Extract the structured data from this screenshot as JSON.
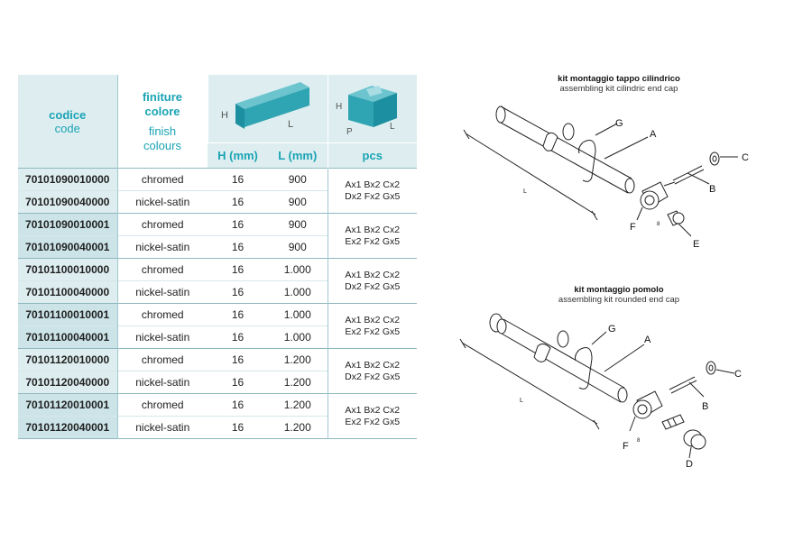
{
  "table": {
    "header": {
      "code_it": "codice",
      "code_en": "code",
      "finish_it": "finiture colore",
      "finish_en": "finish colours",
      "h_unit": "H (mm)",
      "l_unit": "L (mm)",
      "pcs": "pcs",
      "img1_h": "H",
      "img1_l": "L",
      "img2_h": "H",
      "img2_p": "P",
      "img2_l": "L"
    },
    "rows": [
      {
        "code": "70101090010000",
        "finish": "chromed",
        "h": "16",
        "l": "900"
      },
      {
        "code": "70101090040000",
        "finish": "nickel-satin",
        "h": "16",
        "l": "900"
      },
      {
        "code": "70101090010001",
        "finish": "chromed",
        "h": "16",
        "l": "900"
      },
      {
        "code": "70101090040001",
        "finish": "nickel-satin",
        "h": "16",
        "l": "900"
      },
      {
        "code": "70101100010000",
        "finish": "chromed",
        "h": "16",
        "l": "1.000"
      },
      {
        "code": "70101100040000",
        "finish": "nickel-satin",
        "h": "16",
        "l": "1.000"
      },
      {
        "code": "70101100010001",
        "finish": "chromed",
        "h": "16",
        "l": "1.000"
      },
      {
        "code": "70101100040001",
        "finish": "nickel-satin",
        "h": "16",
        "l": "1.000"
      },
      {
        "code": "70101120010000",
        "finish": "chromed",
        "h": "16",
        "l": "1.200"
      },
      {
        "code": "70101120040000",
        "finish": "nickel-satin",
        "h": "16",
        "l": "1.200"
      },
      {
        "code": "70101120010001",
        "finish": "chromed",
        "h": "16",
        "l": "1.200"
      },
      {
        "code": "70101120040001",
        "finish": "nickel-satin",
        "h": "16",
        "l": "1.200"
      }
    ],
    "pcs_groups": [
      {
        "line1": "Ax1 Bx2 Cx2",
        "line2": "Dx2 Fx2 Gx5"
      },
      {
        "line1": "Ax1 Bx2 Cx2",
        "line2": "Ex2 Fx2 Gx5"
      },
      {
        "line1": "Ax1 Bx2 Cx2",
        "line2": "Dx2 Fx2 Gx5"
      },
      {
        "line1": "Ax1 Bx2 Cx2",
        "line2": "Ex2 Fx2 Gx5"
      },
      {
        "line1": "Ax1 Bx2 Cx2",
        "line2": "Dx2 Fx2 Gx5"
      },
      {
        "line1": "Ax1 Bx2 Cx2",
        "line2": "Ex2 Fx2 Gx5"
      }
    ]
  },
  "kit1": {
    "title_it": "kit montaggio tappo cilindrico",
    "title_en": "assembling kit cilindric end cap",
    "labels": {
      "g": "G",
      "a": "A",
      "c": "C",
      "b": "B",
      "f": "F",
      "e": "E",
      "l": "L",
      "eight": "8"
    }
  },
  "kit2": {
    "title_it": "kit montaggio pomolo",
    "title_en": "assembling kit rounded end cap",
    "labels": {
      "g": "G",
      "a": "A",
      "c": "C",
      "b": "B",
      "f": "F",
      "d": "D",
      "l": "L",
      "eight": "8"
    }
  },
  "colors": {
    "accent": "#1aa3b4",
    "code_bg": "#deeef0",
    "icon_fill": "#2fa4b2"
  }
}
